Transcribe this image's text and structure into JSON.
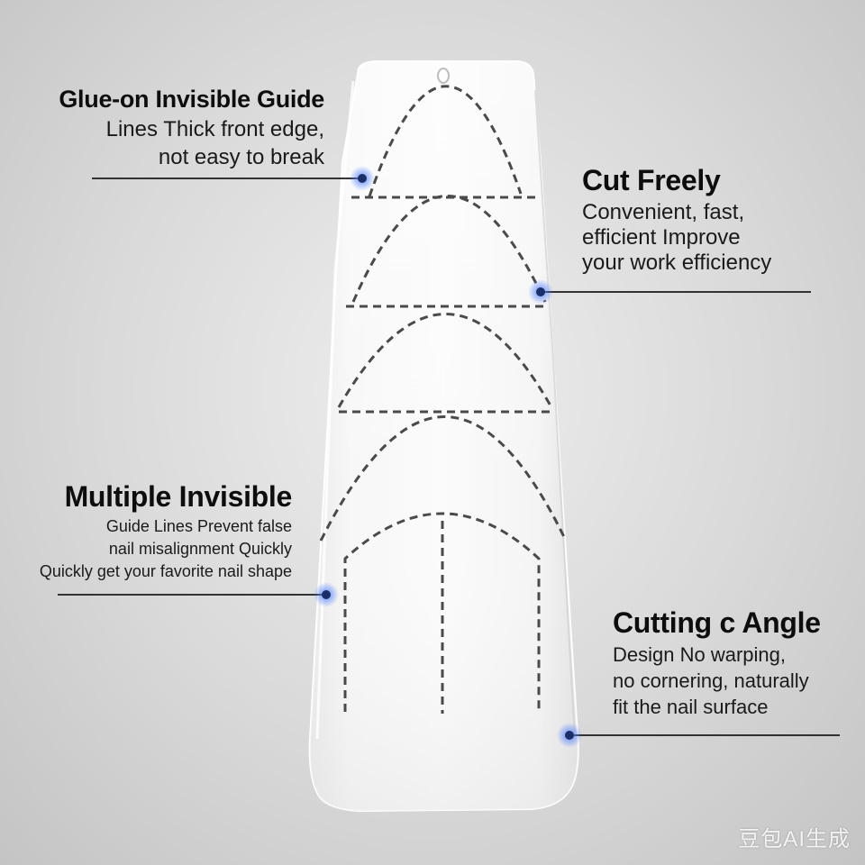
{
  "callouts": {
    "glue_on": {
      "title": "Glue-on Invisible Guide",
      "lines": [
        "Lines Thick front edge,",
        "not easy to break"
      ]
    },
    "cut_freely": {
      "title": "Cut Freely",
      "lines": [
        "Convenient, fast,",
        "efficient Improve",
        "your work efficiency"
      ]
    },
    "multiple": {
      "title": "Multiple Invisible",
      "lines": [
        "Guide Lines Prevent false",
        "nail misalignment Quickly",
        "Quickly get your favorite nail shape"
      ]
    },
    "cutting_angle": {
      "title": "Cutting c Angle",
      "lines": [
        "Design No warping,",
        "no cornering, naturally",
        "fit the nail surface"
      ]
    }
  },
  "watermark": "豆包AI生成",
  "colors": {
    "background": "#d6d6d6",
    "dashed_guides": "#4a4a4a",
    "marker_dot": "#1a2e6a",
    "marker_glow": "#4d7dff",
    "leader_line": "#1a1a1a"
  }
}
